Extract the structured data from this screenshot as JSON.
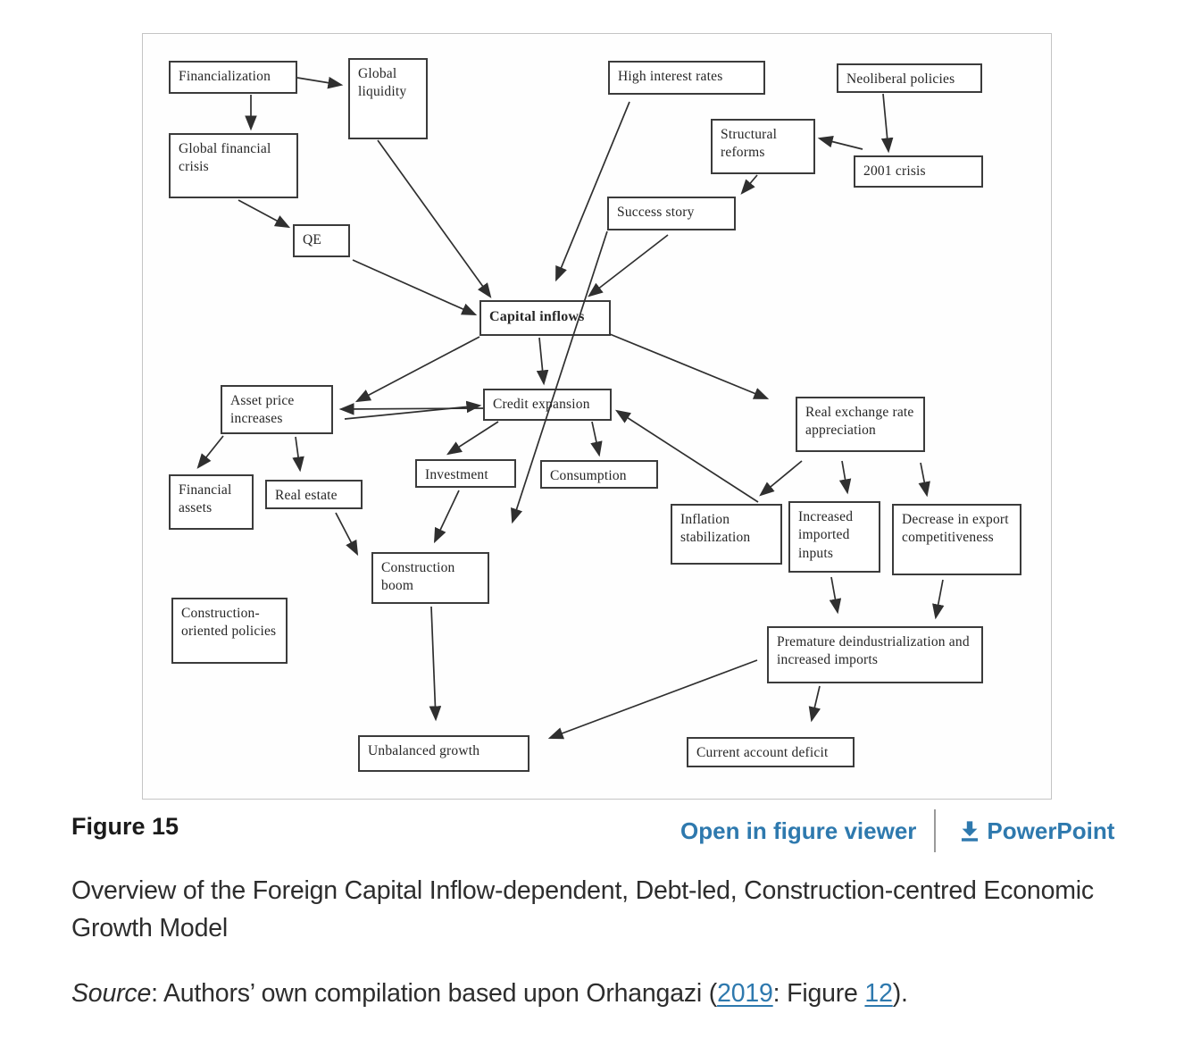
{
  "figure": {
    "label": "Figure 15",
    "actions": {
      "open_viewer": "Open in figure viewer",
      "powerpoint": "PowerPoint",
      "download_icon": "download-icon"
    },
    "caption": "Overview of the Foreign Capital Inflow-dependent, Debt-led, Construction-centred Economic Growth Model",
    "source": {
      "prefix_italic": "Source",
      "text_1": ": Authors’ own compilation based upon Orhangazi (",
      "year_link": "2019",
      "text_2": ": Figure ",
      "figure_link": "12",
      "text_3": ")."
    }
  },
  "colors": {
    "link_blue": "#2e79ae",
    "diagram_ink": "#2f2f2f",
    "panel_border": "#c4c4c4"
  },
  "diagram": {
    "nodes": [
      {
        "id": "financialization",
        "label": "Financialization"
      },
      {
        "id": "global-liquidity",
        "label": "Global liquidity"
      },
      {
        "id": "global-financial-crisis",
        "label": "Global financial crisis"
      },
      {
        "id": "qe",
        "label": "QE"
      },
      {
        "id": "high-interest-rates",
        "label": "High interest rates"
      },
      {
        "id": "neoliberal-policies",
        "label": "Neoliberal policies"
      },
      {
        "id": "structural-reforms",
        "label": "Structural reforms"
      },
      {
        "id": "2001-crisis",
        "label": "2001 crisis"
      },
      {
        "id": "success-story",
        "label": "Success story"
      },
      {
        "id": "capital-inflows",
        "label": "Capital inflows"
      },
      {
        "id": "asset-price-increases",
        "label": "Asset price increases"
      },
      {
        "id": "credit-expansion",
        "label": "Credit expansion"
      },
      {
        "id": "investment",
        "label": "Investment"
      },
      {
        "id": "consumption",
        "label": "Consumption"
      },
      {
        "id": "real-exchange-rate-appreciation",
        "label": "Real exchange rate appreciation"
      },
      {
        "id": "financial-assets",
        "label": "Financial assets"
      },
      {
        "id": "real-estate",
        "label": "Real estate"
      },
      {
        "id": "inflation-stabilization",
        "label": "Inflation stabilization"
      },
      {
        "id": "increased-imported-inputs",
        "label": "Increased imported inputs"
      },
      {
        "id": "decrease-in-export-competitiveness",
        "label": "Decrease in export competitiveness"
      },
      {
        "id": "construction-boom",
        "label": "Construction boom"
      },
      {
        "id": "construction-oriented-policies",
        "label": "Construction-oriented policies"
      },
      {
        "id": "premature-deindustrialization",
        "label": "Premature deindustrialization and increased imports"
      },
      {
        "id": "unbalanced-growth",
        "label": "Unbalanced growth"
      },
      {
        "id": "current-account-deficit",
        "label": "Current account deficit"
      }
    ],
    "edges": [
      {
        "from": "financialization",
        "to": "global-liquidity"
      },
      {
        "from": "financialization",
        "to": "global-financial-crisis"
      },
      {
        "from": "global-financial-crisis",
        "to": "qe"
      },
      {
        "from": "qe",
        "to": "capital-inflows"
      },
      {
        "from": "global-liquidity",
        "to": "capital-inflows"
      },
      {
        "from": "high-interest-rates",
        "to": "capital-inflows"
      },
      {
        "from": "neoliberal-policies",
        "to": "2001-crisis"
      },
      {
        "from": "2001-crisis",
        "to": "structural-reforms"
      },
      {
        "from": "structural-reforms",
        "to": "success-story"
      },
      {
        "from": "success-story",
        "to": "capital-inflows"
      },
      {
        "from": "success-story",
        "to": "construction-boom",
        "note": "long diagonal line crossing capital-inflows and credit-expansion boxes"
      },
      {
        "from": "capital-inflows",
        "to": "asset-price-increases"
      },
      {
        "from": "capital-inflows",
        "to": "credit-expansion"
      },
      {
        "from": "capital-inflows",
        "to": "real-exchange-rate-appreciation"
      },
      {
        "from": "asset-price-increases",
        "to": "credit-expansion"
      },
      {
        "from": "credit-expansion",
        "to": "asset-price-increases"
      },
      {
        "from": "asset-price-increases",
        "to": "financial-assets"
      },
      {
        "from": "asset-price-increases",
        "to": "real-estate"
      },
      {
        "from": "credit-expansion",
        "to": "investment"
      },
      {
        "from": "credit-expansion",
        "to": "consumption"
      },
      {
        "from": "inflation-stabilization",
        "to": "credit-expansion"
      },
      {
        "from": "real-exchange-rate-appreciation",
        "to": "inflation-stabilization"
      },
      {
        "from": "real-exchange-rate-appreciation",
        "to": "increased-imported-inputs"
      },
      {
        "from": "real-exchange-rate-appreciation",
        "to": "decrease-in-export-competitiveness"
      },
      {
        "from": "real-estate",
        "to": "construction-boom"
      },
      {
        "from": "investment",
        "to": "construction-boom"
      },
      {
        "from": "construction-boom",
        "to": "unbalanced-growth"
      },
      {
        "from": "increased-imported-inputs",
        "to": "premature-deindustrialization"
      },
      {
        "from": "decrease-in-export-competitiveness",
        "to": "premature-deindustrialization"
      },
      {
        "from": "premature-deindustrialization",
        "to": "unbalanced-growth"
      },
      {
        "from": "premature-deindustrialization",
        "to": "current-account-deficit"
      }
    ]
  }
}
